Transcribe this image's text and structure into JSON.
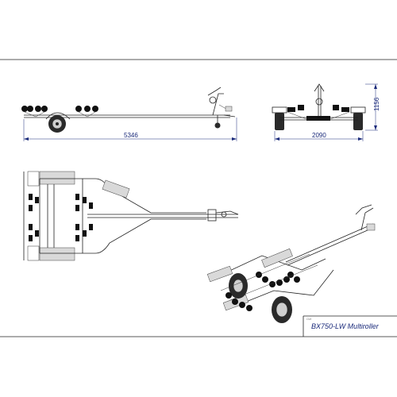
{
  "drawing": {
    "dimensions": {
      "length": "5346",
      "width": "2090",
      "height": "1156"
    },
    "title_block": {
      "brand": "Ozr",
      "model": "BX750-LW Multiroller"
    }
  }
}
